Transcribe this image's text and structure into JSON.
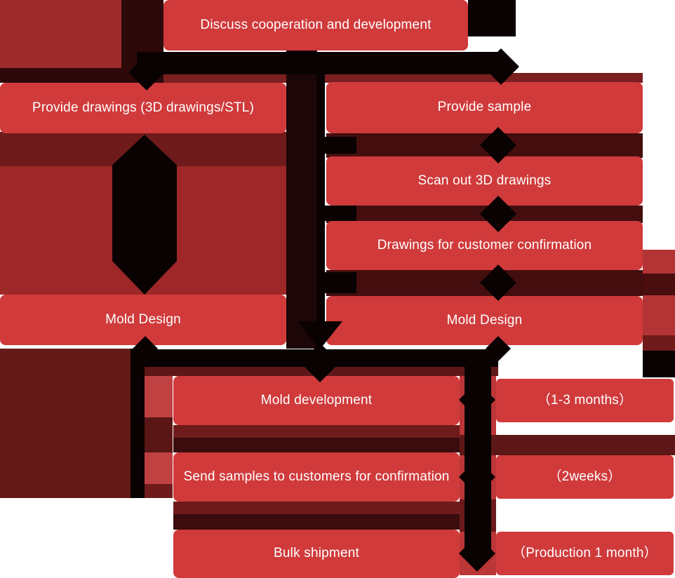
{
  "palette": {
    "node_red": "#d03a3b",
    "text_white": "#ffffff",
    "medium_red": "#9d2827",
    "shadow_red": "#b23435",
    "dark_maroon": "#651918",
    "band_dark_red": "#6f1b1b",
    "near_black_maroon": "#2e0909",
    "connector_black": "#0a0202",
    "background_white": "#ffffff"
  },
  "flow": {
    "top": {
      "label": "Discuss cooperation and development"
    },
    "left_branch": [
      {
        "label": "Provide drawings (3D drawings/STL)"
      },
      {
        "label": "Mold Design"
      }
    ],
    "right_branch": [
      {
        "label": "Provide sample"
      },
      {
        "label": "Scan out 3D drawings"
      },
      {
        "label": "Drawings for customer confirmation"
      },
      {
        "label": "Mold Design"
      }
    ],
    "final_steps": [
      {
        "label": "Mold development",
        "duration": "（1-3 months）"
      },
      {
        "label": "Send samples to customers for confirmation",
        "duration": "（2weeks）"
      },
      {
        "label": "Bulk shipment",
        "duration": "（Production 1 month）"
      }
    ]
  }
}
